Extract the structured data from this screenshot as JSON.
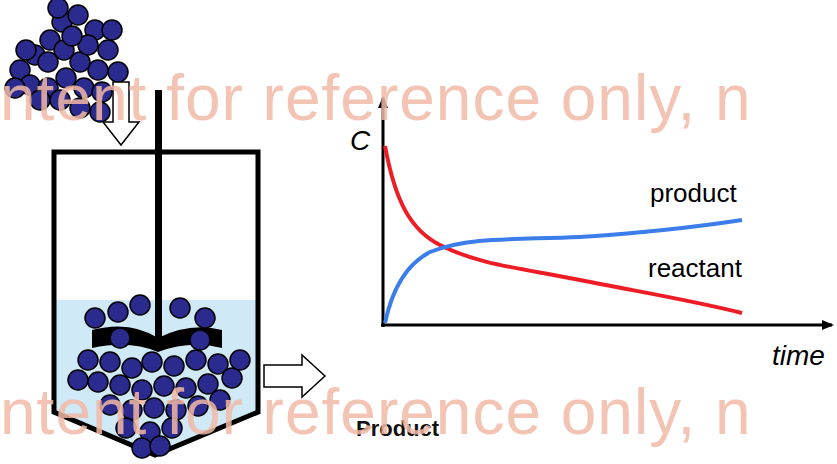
{
  "diagram": {
    "labels": [
      "ntent for reference only, n",
      "C",
      "product",
      "reactant",
      "time",
      "Product",
      "ntent for reference only, n"
    ]
  }
}
